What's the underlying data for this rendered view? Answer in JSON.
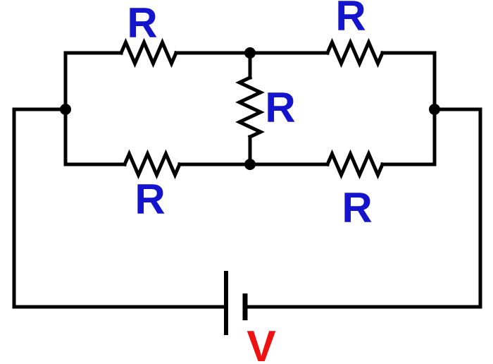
{
  "diagram": {
    "kind": "circuit-schematic",
    "description": "Five equal resistors R in a bridge/ladder network driven by a battery V",
    "colors": {
      "wire": "#000000",
      "resistor_label": "#1414CC",
      "battery_label": "#EE1111",
      "background": "#FFFFFF"
    },
    "labels": {
      "resistor_top_left": "R",
      "resistor_top_right": "R",
      "resistor_middle": "R",
      "resistor_bottom_left": "R",
      "resistor_bottom_right": "R",
      "battery": "V"
    }
  }
}
